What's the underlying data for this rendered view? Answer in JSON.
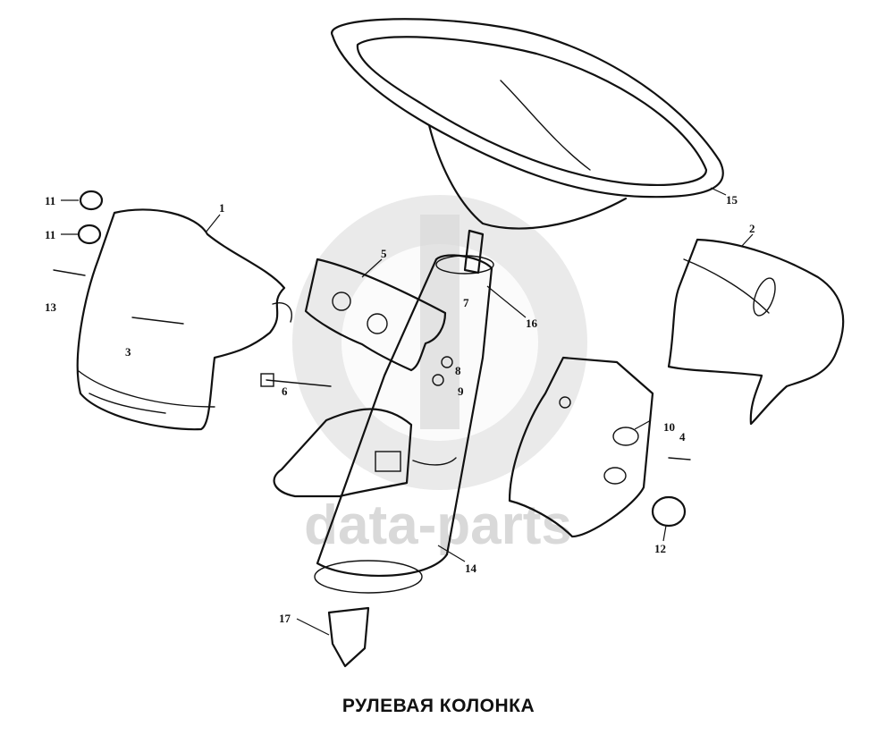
{
  "watermark": {
    "text": "data-parts",
    "color": "#d9d9d9"
  },
  "caption": "РУЛЕВАЯ КОЛОНКА",
  "callouts": {
    "c1": "1",
    "c2": "2",
    "c3": "3",
    "c4": "4",
    "c5": "5",
    "c6": "6",
    "c7": "7",
    "c8": "8",
    "c9": "9",
    "c10": "10",
    "c11a": "11",
    "c11b": "11",
    "c12": "12",
    "c13": "13",
    "c14": "14",
    "c15": "15",
    "c16": "16",
    "c17": "17"
  }
}
